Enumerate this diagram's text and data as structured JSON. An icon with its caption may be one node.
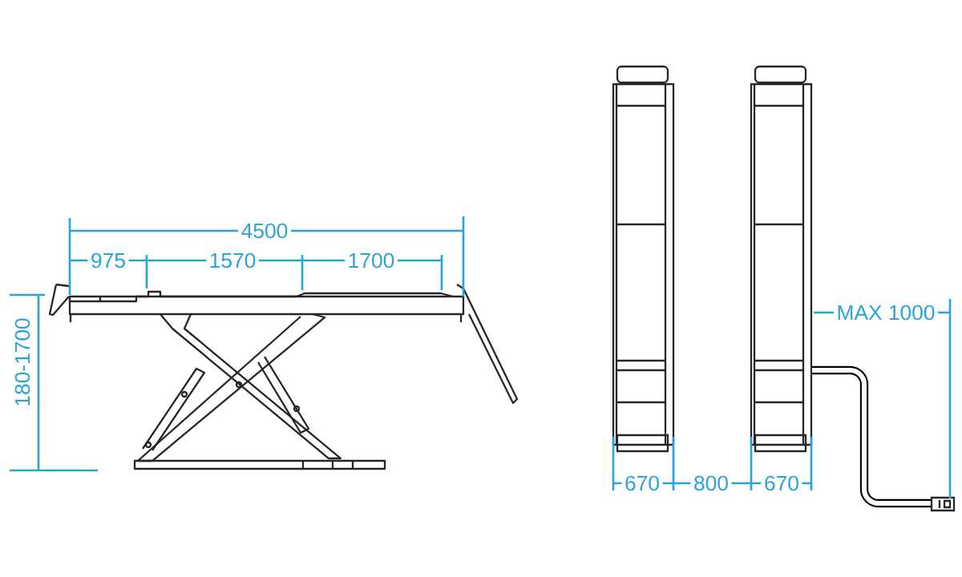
{
  "diagram": {
    "labels": [
      "4500",
      "975",
      "1570",
      "1700",
      "180-1700",
      "MAX 1000",
      "670",
      "800",
      "670"
    ]
  }
}
